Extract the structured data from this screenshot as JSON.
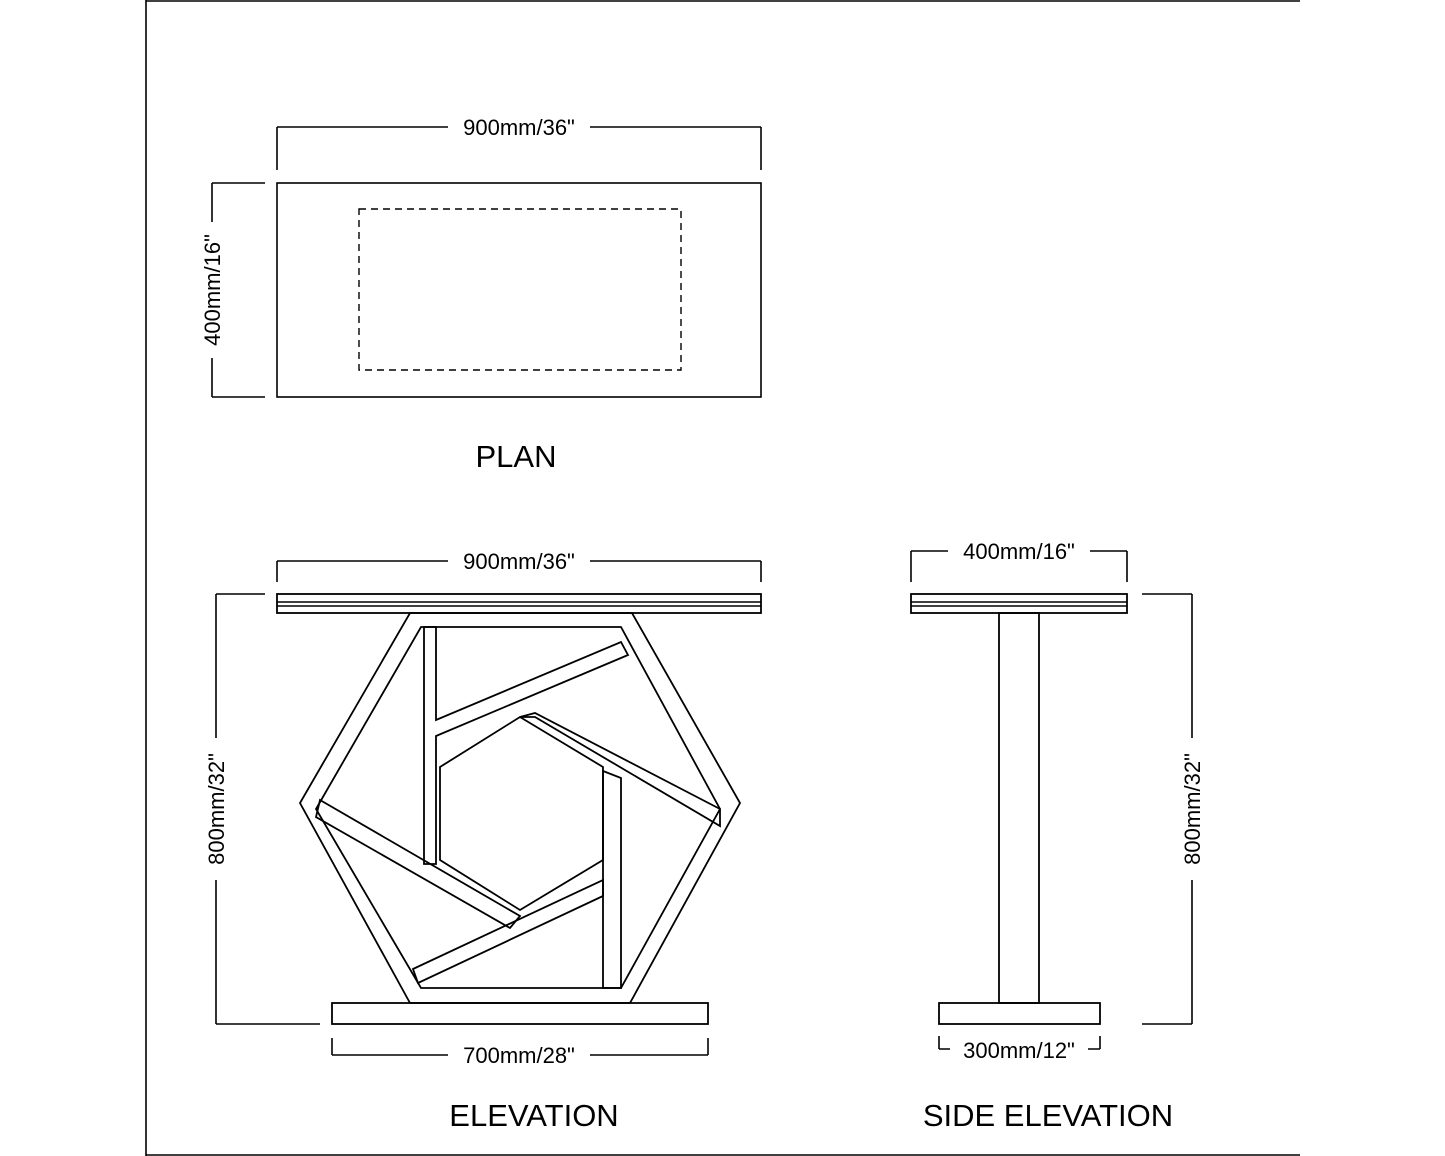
{
  "drawing": {
    "plan": {
      "title": "PLAN",
      "width_label": "900mm/36\"",
      "depth_label": "400mm/16\""
    },
    "elevation": {
      "title": "ELEVATION",
      "top_width_label": "900mm/36\"",
      "base_width_label": "700mm/28\"",
      "height_label": "800mm/32\""
    },
    "side_elevation": {
      "title": "SIDE ELEVATION",
      "top_width_label": "400mm/16\"",
      "base_width_label": "300mm/12\"",
      "height_label": "800mm/32\""
    }
  }
}
